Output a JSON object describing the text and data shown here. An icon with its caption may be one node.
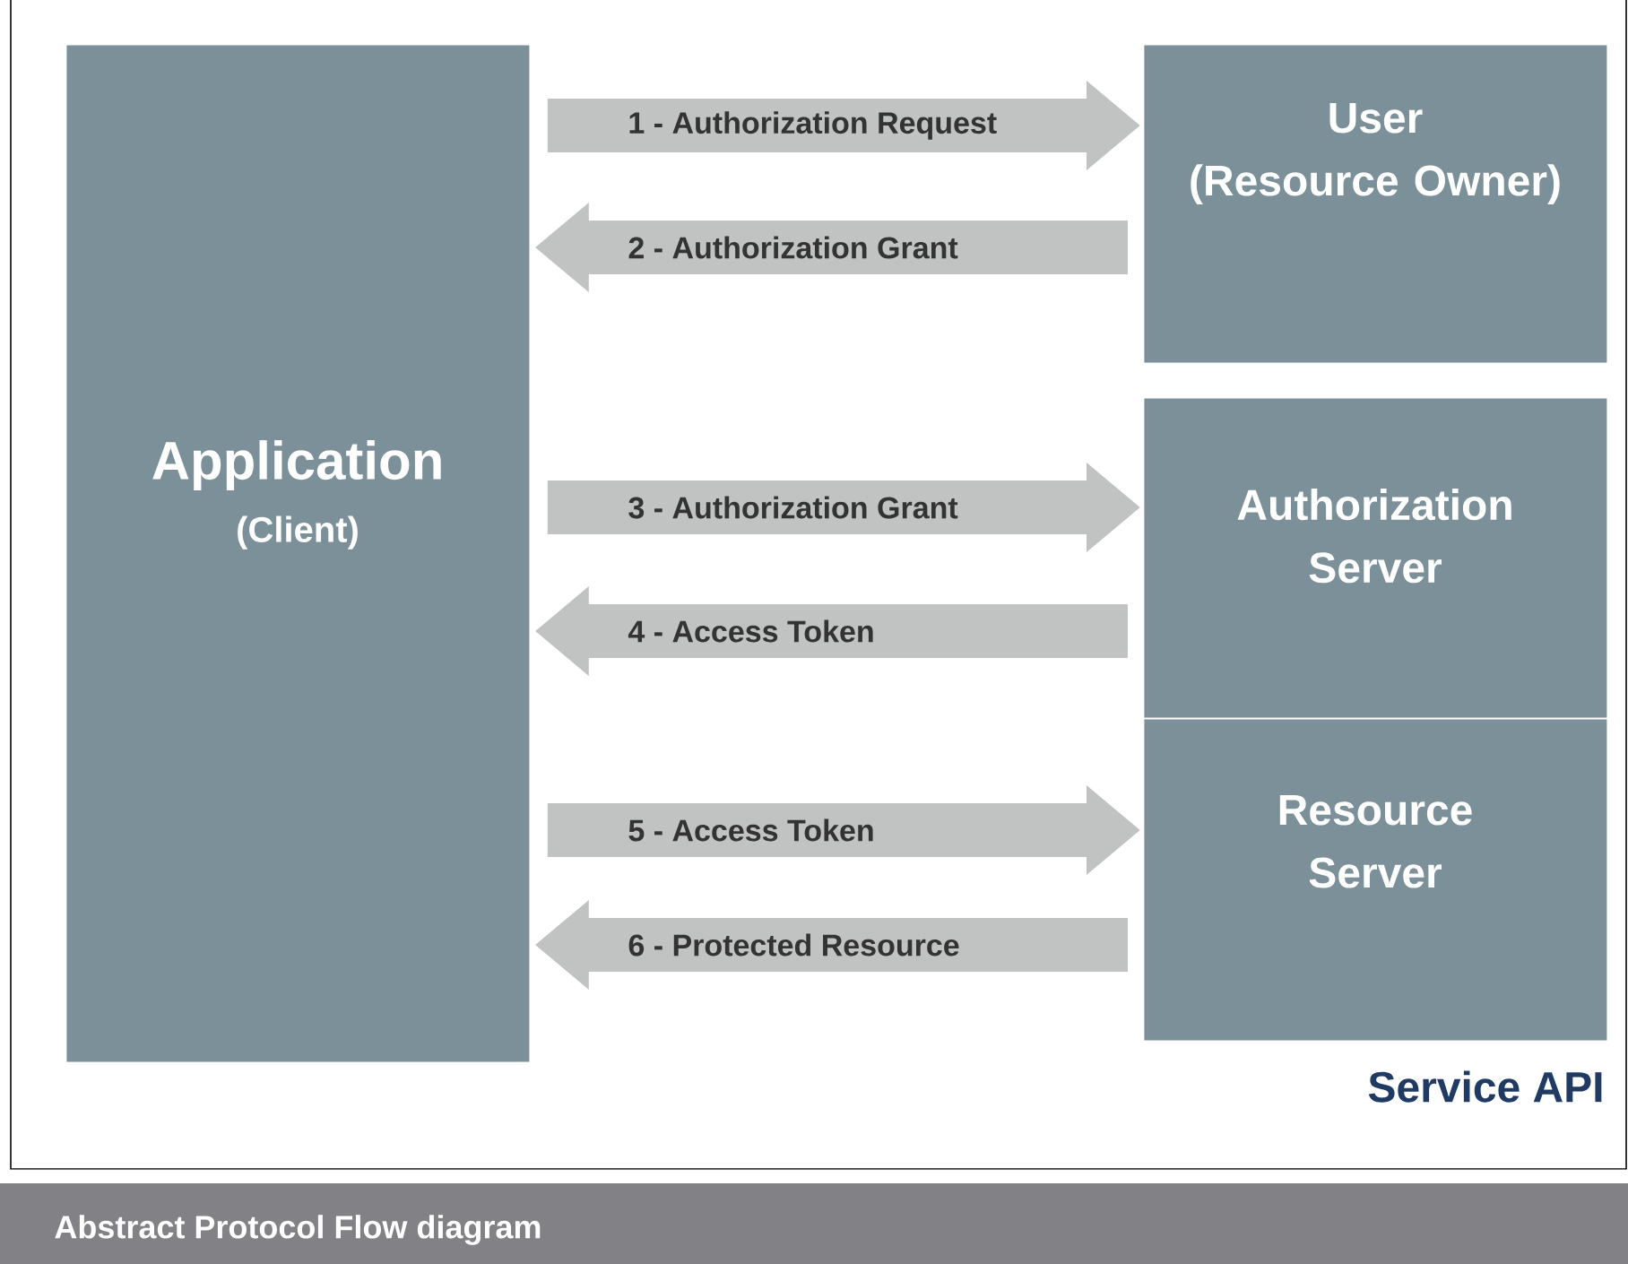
{
  "diagram": {
    "caption": "Abstract Protocol Flow diagram",
    "nodes": [
      {
        "text": [
          "Application",
          "(Client)"
        ]
      },
      {
        "text": [
          "User",
          "(Resource Owner)"
        ]
      },
      {
        "text": [
          "Authorization Server"
        ]
      },
      {
        "text": [
          "Resource Server"
        ]
      }
    ],
    "edges": [
      {
        "from": 0,
        "to": 1,
        "arrow": "to",
        "label": "1 - Authorization Request"
      },
      {
        "from": 1,
        "to": 0,
        "arrow": "to",
        "label": "2 - Authorization Grant"
      },
      {
        "from": 0,
        "to": 2,
        "arrow": "to",
        "label": "3 - Authorization Grant"
      },
      {
        "from": 2,
        "to": 0,
        "arrow": "to",
        "label": "4 - Access Token"
      },
      {
        "from": 0,
        "to": 3,
        "arrow": "to",
        "label": "5 - Access Token"
      },
      {
        "from": 3,
        "to": 0,
        "arrow": "to",
        "label": "6 - Protected Resource"
      }
    ],
    "labels": [
      "Service API"
    ]
  }
}
